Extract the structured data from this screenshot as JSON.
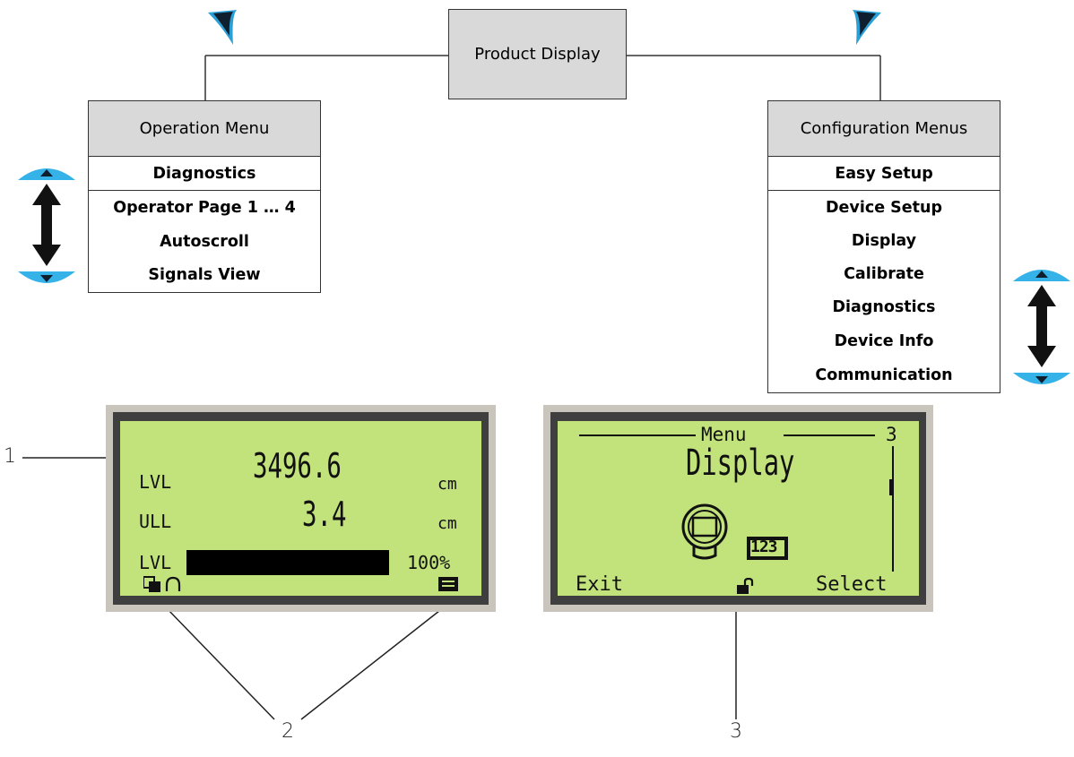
{
  "root": {
    "label": "Product Display"
  },
  "operation_menu": {
    "title": "Operation Menu",
    "items": [
      "Diagnostics",
      "Operator Page 1 … 4",
      "Autoscroll",
      "Signals View"
    ]
  },
  "configuration_menus": {
    "title": "Configuration Menus",
    "items": [
      "Easy Setup",
      "Device Setup",
      "Display",
      "Calibrate",
      "Diagnostics",
      "Device Info",
      "Communication"
    ]
  },
  "operator_display": {
    "rows": [
      {
        "label": "LVL",
        "value": "3496.6",
        "unit": "cm"
      },
      {
        "label": "ULL",
        "value": "3.4",
        "unit": "cm"
      }
    ],
    "bar": {
      "label": "LVL",
      "percent_text": "100%",
      "fill_fraction": 1.0
    }
  },
  "menu_display": {
    "header": "Menu",
    "page_number": "3",
    "title": "Display",
    "icon_text": "123",
    "left_softkey": "Exit",
    "right_softkey": "Select"
  },
  "callouts": [
    "1",
    "2",
    "3"
  ],
  "colors": {
    "lcd": "#c2e27b",
    "key_blue": "#35b3e8",
    "box_gray": "#d9d9d9"
  },
  "icons": [
    "left-navigation-key-icon",
    "right-navigation-key-icon",
    "up-down-scroll-icon",
    "lock-open-icon",
    "transmitter-icon",
    "status-icon",
    "menu-icon"
  ]
}
